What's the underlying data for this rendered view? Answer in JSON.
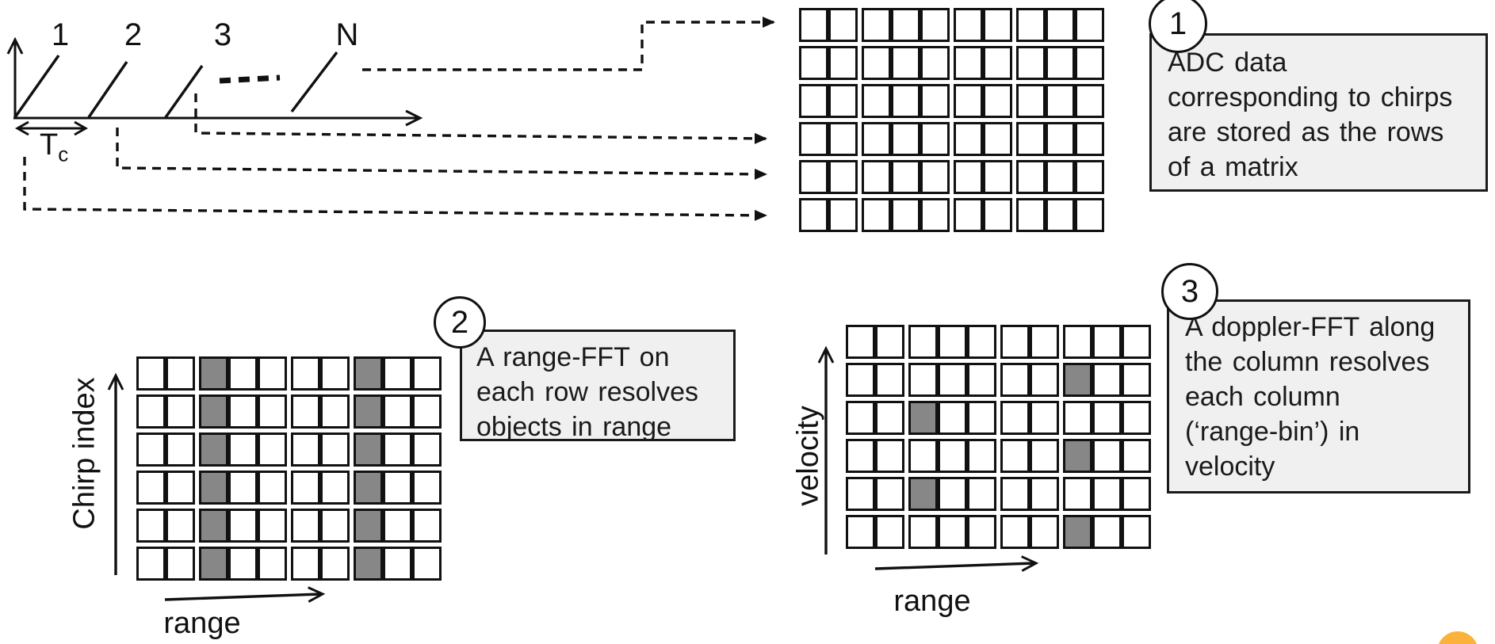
{
  "colors": {
    "ink": "#111111",
    "gray_cell": "#878787",
    "box_bg": "#f0f0f0",
    "accent_dot": "#FBB23B"
  },
  "chirp_diagram": {
    "chirp_labels": [
      "1",
      "2",
      "3",
      "N"
    ],
    "tc_label": {
      "symbol": "T",
      "subscript": "c"
    }
  },
  "annotations": [
    {
      "number": "1",
      "text": "ADC data\ncorresponding to chirps\nare stored as the rows\nof a matrix"
    },
    {
      "number": "2",
      "text": "A range-FFT on\neach row resolves\nobjects in range"
    },
    {
      "number": "3",
      "text": "A doppler-FFT along\nthe column resolves\neach column\n(‘range-bin’) in\nvelocity"
    }
  ],
  "axes": {
    "range_fft_y": "Chirp index",
    "range_fft_x": "range",
    "doppler_y": "velocity",
    "doppler_x": "range"
  },
  "grids": {
    "adc_matrix": {
      "rows": 6,
      "groups": [
        2,
        3,
        2,
        3
      ],
      "gray_cells": []
    },
    "range_fft": {
      "rows": 6,
      "groups": [
        2,
        3,
        2,
        3
      ],
      "gray_cells": [
        [
          1,
          3
        ],
        [
          1,
          8
        ],
        [
          2,
          3
        ],
        [
          2,
          8
        ],
        [
          3,
          3
        ],
        [
          3,
          8
        ],
        [
          4,
          3
        ],
        [
          4,
          8
        ],
        [
          5,
          3
        ],
        [
          5,
          8
        ],
        [
          6,
          3
        ],
        [
          6,
          8
        ]
      ]
    },
    "doppler_fft": {
      "rows": 6,
      "groups": [
        2,
        3,
        2,
        3
      ],
      "gray_cells": [
        [
          2,
          8
        ],
        [
          3,
          3
        ],
        [
          4,
          8
        ],
        [
          5,
          3
        ],
        [
          6,
          8
        ]
      ]
    }
  }
}
